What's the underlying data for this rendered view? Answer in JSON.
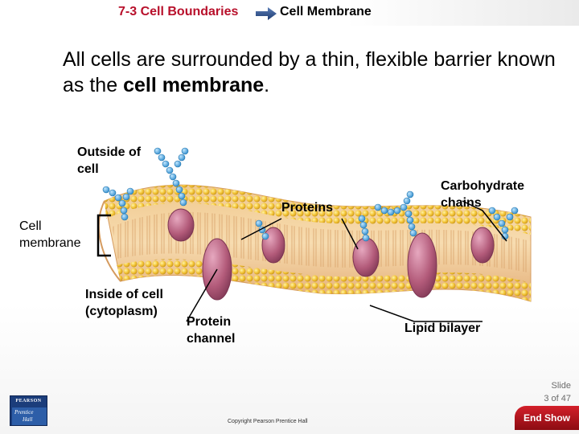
{
  "header": {
    "section": "7-3 Cell Boundaries",
    "topic": "Cell Membrane"
  },
  "intro": {
    "part1": "All cells are surrounded by a thin, flexible barrier known as the ",
    "bold": "cell membrane",
    "part2": "."
  },
  "labels": {
    "outside": [
      "Outside of",
      "cell"
    ],
    "proteins": "Proteins",
    "carbohydrate": [
      "Carbohydrate",
      "chains"
    ],
    "membrane": [
      "Cell",
      "membrane"
    ],
    "inside": [
      "Inside of cell",
      "(cytoplasm)"
    ],
    "channel": [
      "Protein",
      "channel"
    ],
    "bilayer": "Lipid bilayer"
  },
  "footer": {
    "slide": [
      "Slide",
      "3 of 47"
    ],
    "copyright": "Copyright Pearson Prentice Hall",
    "end_show": "End Show",
    "logo_top": "PEARSON",
    "logo_bottom": [
      "Prentice",
      "Hall"
    ]
  },
  "colors": {
    "title_red": "#b8102b",
    "lipid_head": "#f2c233",
    "protein": "#b35b7a",
    "carbohydrate": "#4aa3d6",
    "membrane_band": "#e9b98a"
  }
}
